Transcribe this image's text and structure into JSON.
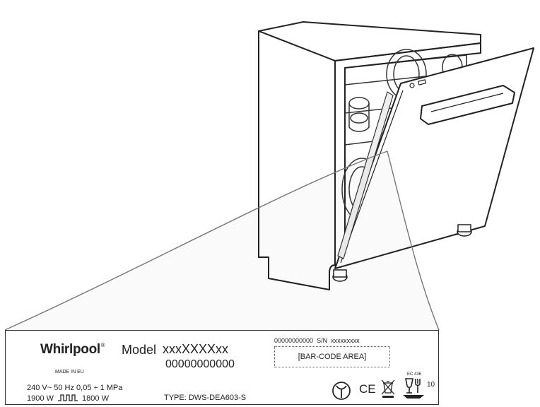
{
  "label": {
    "brand": "Whirlpool",
    "brand_mark": "®",
    "made_in": "MADE IN EU",
    "model_label": "Model",
    "model_value": "xxxXXXXxx",
    "model_number": "00000000000",
    "serial_prefix": "00000000000",
    "serial_label": "S/N",
    "serial_value": "xxxxxxxxx",
    "barcode_area": "[BAR-CODE AREA]",
    "voltage_line": "240 V~ 50 Hz  0,05 ÷ 1 MPa",
    "power_left": "1900 W",
    "power_right": "1800 W",
    "type": "TYPE: DWS-DEA603-S",
    "ce_mark": "CE",
    "ec_code": "EC 436",
    "energy_number": "10"
  },
  "icons": {
    "dishwasher": "dishwasher-illustration-icon",
    "wave": "heating-waveform-icon",
    "approval": "approval-mark-icon",
    "weee": "crossed-bin-icon",
    "food_contact": "food-safe-glass-fork-icon"
  }
}
